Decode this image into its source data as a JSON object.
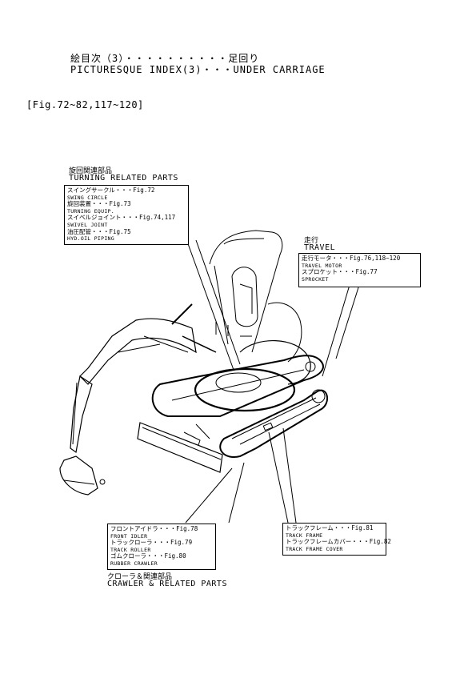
{
  "header": {
    "title_jp": "絵目次（3）・・・・・・・・・・足回り",
    "title_en": "PICTURESQUE INDEX(3)・・・UNDER CARRIAGE",
    "fig_ref": "[Fig.72~82,117~120]"
  },
  "groups": {
    "turning": {
      "label_jp": "旋回関連部品",
      "label_en": "TURNING RELATED PARTS",
      "items": [
        {
          "jp": "スイングサークル・・・Fig.72",
          "en": "SWING CIRCLE"
        },
        {
          "jp": "旋回装置・・・Fig.73",
          "en": "TURNING EQUIP."
        },
        {
          "jp": "スイベルジョイント・・・Fig.74,117",
          "en": "SWIVEL JOINT"
        },
        {
          "jp": "油圧配管・・・Fig.75",
          "en": "HYD.OIL PIPING"
        }
      ]
    },
    "travel": {
      "label_jp": "走行",
      "label_en": "TRAVEL",
      "items": [
        {
          "jp": "走行モータ・・・Fig.76,118~120",
          "en": "TRAVEL MOTOR"
        },
        {
          "jp": "スプロケット・・・Fig.77",
          "en": "SPROCKET"
        }
      ]
    },
    "crawler": {
      "label_jp": "クローラ＆関連部品",
      "label_en": "CRAWLER & RELATED PARTS",
      "items": [
        {
          "jp": "フロントアイドラ・・・Fig.78",
          "en": "FRONT IDLER"
        },
        {
          "jp": "トラックローラ・・・Fig.79",
          "en": "TRACK ROLLER"
        },
        {
          "jp": "ゴムクローラ・・・Fig.80",
          "en": "RUBBER CRAWLER"
        }
      ]
    },
    "frame": {
      "items": [
        {
          "jp": "トラックフレーム・・・Fig.81",
          "en": "TRACK FRAME"
        },
        {
          "jp": "トラックフレームカバー・・・Fig.82",
          "en": "TRACK FRAME COVER"
        }
      ]
    }
  }
}
